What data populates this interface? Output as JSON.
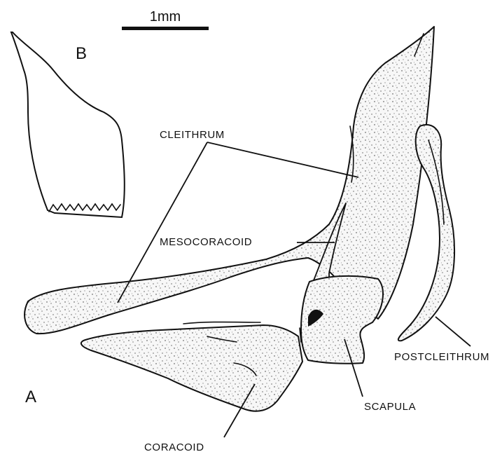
{
  "figure": {
    "scale_bar_label": "1mm",
    "panel_labels": {
      "a": "A",
      "b": "B"
    },
    "structures": {
      "cleithrum": "CLEITHRUM",
      "mesocoracoid": "MESOCORACOID",
      "postcleithrum": "POSTCLEITHRUM",
      "scapula": "SCAPULA",
      "coracoid": "CORACOID"
    },
    "colors": {
      "ink": "#111111",
      "background": "#ffffff"
    }
  }
}
